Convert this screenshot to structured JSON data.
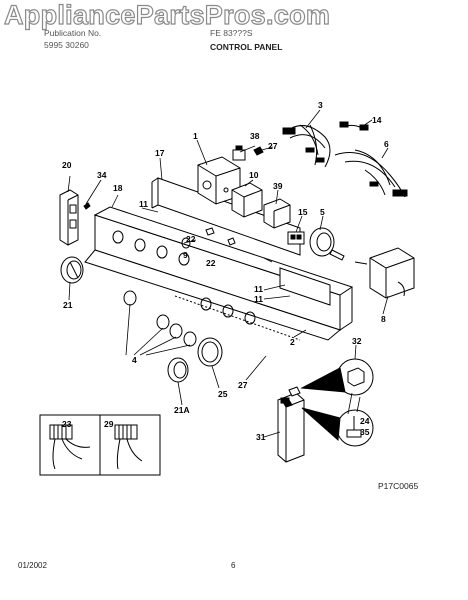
{
  "watermark": "AppliancePartsPros.com",
  "header": {
    "left_line1": "Publication No.",
    "left_line2": "5995 30260",
    "model": "FE 83???S",
    "section_title": "CONTROL PANEL"
  },
  "callouts": {
    "c1": "1",
    "c2": "2",
    "c3": "3",
    "c4": "4",
    "c5": "5",
    "c6": "6",
    "c8": "8",
    "c9": "9",
    "c10": "10",
    "c11a": "11",
    "c11b": "11",
    "c11c": "11",
    "c14": "14",
    "c15": "15",
    "c17": "17",
    "c18": "18",
    "c20": "20",
    "c21": "21",
    "c21a": "21A",
    "c22a": "22",
    "c22b": "22",
    "c23": "23",
    "c24": "24",
    "c25": "25",
    "c27a": "27",
    "c27b": "27",
    "c29": "29",
    "c31": "31",
    "c32": "32",
    "c34": "34",
    "c35": "35",
    "c38": "38",
    "c39": "39"
  },
  "figure_code": "P17C0065",
  "footer": {
    "date": "01/2002",
    "page": "6"
  }
}
